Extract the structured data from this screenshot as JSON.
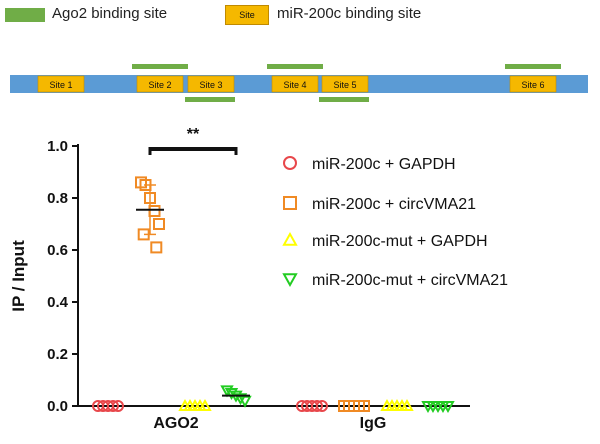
{
  "top_legend": {
    "ago2_label": "Ago2 binding site",
    "site_box_label": "Site",
    "mir_label": "miR-200c binding site",
    "ago2_color": "#70ad47",
    "site_color": "#f5b800"
  },
  "gene_map": {
    "strand_color": "#5b9bd5",
    "sites": [
      "Site 1",
      "Site 2",
      "Site 3",
      "Site 4",
      "Site 5",
      "Site 6"
    ],
    "ago2_above_sites": [
      "Site 2",
      "Site 4",
      "Site 6"
    ],
    "ago2_below_sites": [
      "Site 3",
      "Site 5"
    ]
  },
  "chart_data": {
    "type": "scatter",
    "categories": [
      "AGO2",
      "IgG"
    ],
    "ylabel": "IP / Input",
    "xlabel": "",
    "ylim": [
      0,
      1.0
    ],
    "yticks": [
      "0.0",
      "0.2",
      "0.4",
      "0.6",
      "0.8",
      "1.0"
    ],
    "significance": "**",
    "series": [
      {
        "name": "miR-200c +  GAPDH",
        "marker": "circle",
        "color": "#e8474b",
        "groups": [
          {
            "category": "AGO2",
            "values": [
              0,
              0,
              0,
              0,
              0
            ],
            "mean": 0
          },
          {
            "category": "IgG",
            "values": [
              0,
              0,
              0,
              0,
              0
            ],
            "mean": 0
          }
        ]
      },
      {
        "name": "miR-200c + circVMA21",
        "marker": "square",
        "color": "#f08a24",
        "groups": [
          {
            "category": "AGO2",
            "values": [
              0.86,
              0.85,
              0.8,
              0.75,
              0.7,
              0.66,
              0.61
            ],
            "mean": 0.755,
            "sd_low": 0.66,
            "sd_high": 0.85
          },
          {
            "category": "IgG",
            "values": [
              0,
              0,
              0,
              0,
              0
            ],
            "mean": 0
          }
        ]
      },
      {
        "name": "miR-200c-mut + GAPDH",
        "marker": "triangle-up",
        "color": "#ffff00",
        "groups": [
          {
            "category": "AGO2",
            "values": [
              0,
              0,
              0,
              0,
              0
            ],
            "mean": 0
          },
          {
            "category": "IgG",
            "values": [
              0,
              0,
              0,
              0,
              0
            ],
            "mean": 0
          }
        ]
      },
      {
        "name": "miR-200c-mut + circVMA21",
        "marker": "triangle-down",
        "color": "#22cc22",
        "groups": [
          {
            "category": "AGO2",
            "values": [
              0.06,
              0.05,
              0.04,
              0.03,
              0.02
            ],
            "mean": 0.04
          },
          {
            "category": "IgG",
            "values": [
              0,
              0,
              0,
              0,
              0
            ],
            "mean": 0
          }
        ]
      }
    ]
  }
}
